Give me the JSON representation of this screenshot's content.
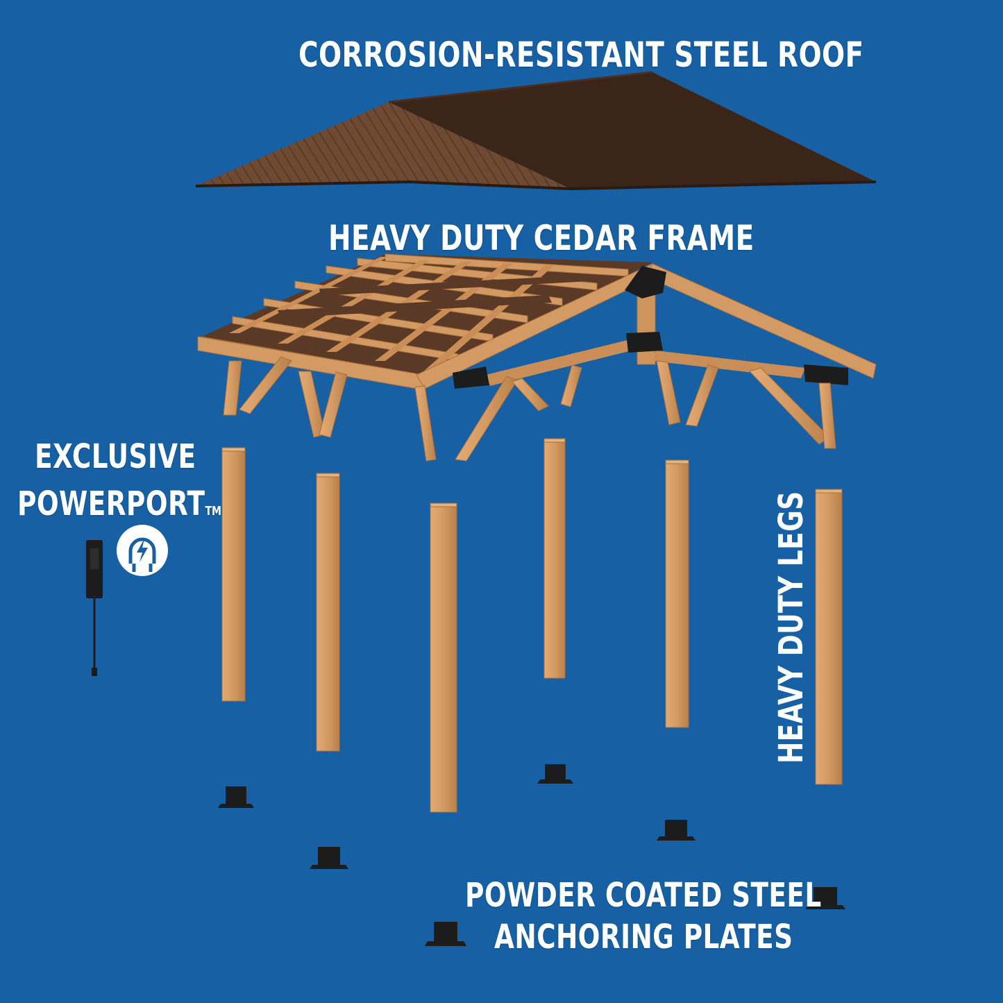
{
  "labels": {
    "roof": "CORROSION-RESISTANT STEEL ROOF",
    "frame": "HEAVY DUTY CEDAR FRAME",
    "powerport_line1": "EXCLUSIVE",
    "powerport_line2": "POWERPORT",
    "powerport_tm": "TM",
    "legs": "HEAVY DUTY LEGS",
    "plates_line1": "POWDER COATED STEEL",
    "plates_line2": "ANCHORING PLATES"
  },
  "colors": {
    "background": "#1660a3",
    "roof_top": "#6f4a33",
    "roof_side": "#3b2418",
    "cedar": "#d49a63",
    "cedar_dark": "#b57a45",
    "steel": "#1c1c1c"
  },
  "icons": {
    "powerport": "plug-bolt-icon"
  }
}
